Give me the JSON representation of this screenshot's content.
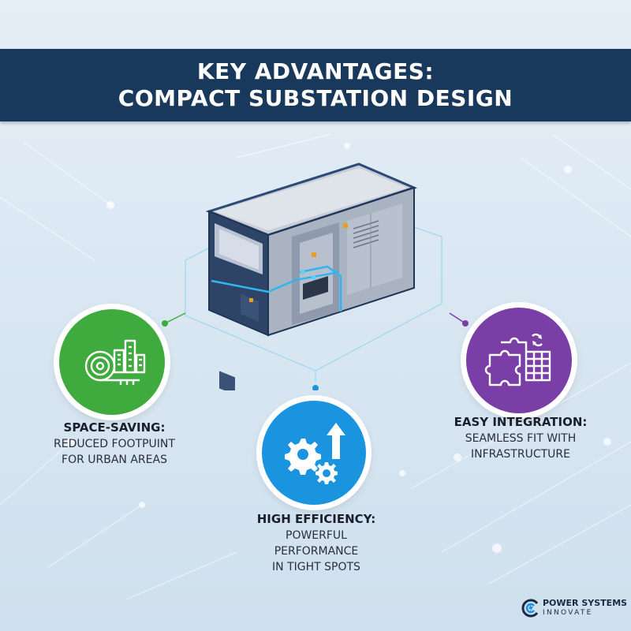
{
  "header": {
    "title_line1": "KEY ADVANTAGES:",
    "title_line2": "COMPACT SUBSTATION DESIGN"
  },
  "colors": {
    "header_bg": "#18385c",
    "space_saving": "#3fab3f",
    "high_efficiency": "#1b94df",
    "easy_integration": "#7a3fa7"
  },
  "features": {
    "space_saving": {
      "title": "SPACE-SAVING:",
      "description": "REDUCED FOOTPUINT\nFOR URBAN AREAS",
      "icon": "city-cable-reel-icon"
    },
    "high_efficiency": {
      "title": "HIGH EFFICIENCY:",
      "description": "POWERFUL\nPERFORMANCE\nIN TIGHT SPOTS",
      "icon": "gears-arrow-up-icon"
    },
    "easy_integration": {
      "title": "EASY INTEGRATION:",
      "description": "SEAMLESS FIT WITH\nINFRASTRUCTURE",
      "icon": "puzzle-grid-icon"
    }
  },
  "brand": {
    "line1": "POWER SYSTEMS",
    "line2": "INNOVATE"
  }
}
